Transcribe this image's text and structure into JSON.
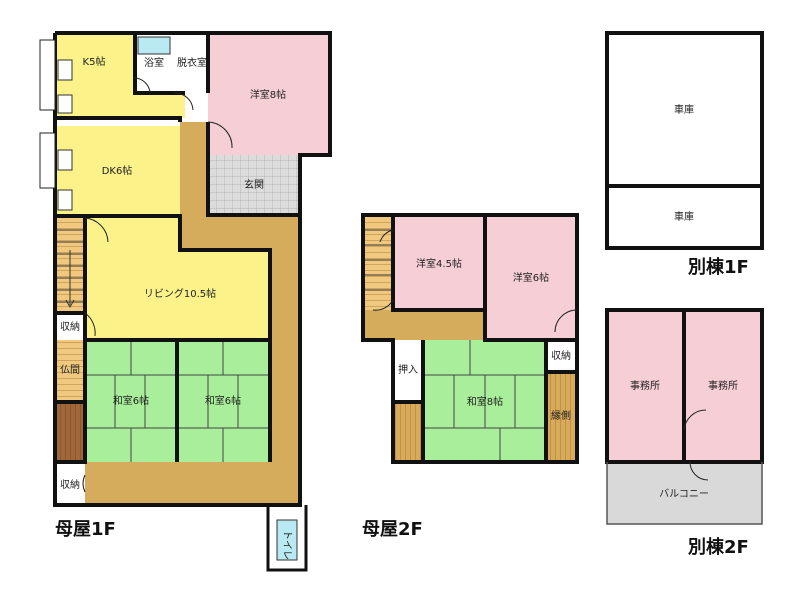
{
  "colors": {
    "yellow": "#fbf28a",
    "pink": "#f6cfd6",
    "green": "#a9ef9b",
    "corridor": "#d5ab5c",
    "gray": "#d9d9d9",
    "bath": "#b9e9f2",
    "stair": "#f1cb8c",
    "dark_floor": "#a46a39"
  },
  "labels": {
    "k5": "K5帖",
    "bath": "浴室",
    "datsui": "脱衣室",
    "yoshitsu8": "洋室8帖",
    "dk6": "DK6帖",
    "genkan": "玄関",
    "living": "リビング10.5帖",
    "shuno1": "収納",
    "butsuma": "仏間",
    "washitsu6a": "和室6帖",
    "washitsu6b": "和室6帖",
    "shuno2": "収納",
    "toilet": "トイレ",
    "yoshitsu45": "洋室4.5帖",
    "yoshitsu6": "洋室6帖",
    "oshiire": "押入",
    "washitsu8": "和室8帖",
    "shuno3": "収納",
    "engawa": "縁側",
    "garage1": "車庫",
    "garage2": "車庫",
    "office1": "事務所",
    "office2": "事務所",
    "balcony": "バルコニー"
  },
  "section_titles": {
    "main_1f": "母屋1F",
    "main_2f": "母屋2F",
    "annex_1f": "別棟1F",
    "annex_2f": "別棟2F"
  }
}
